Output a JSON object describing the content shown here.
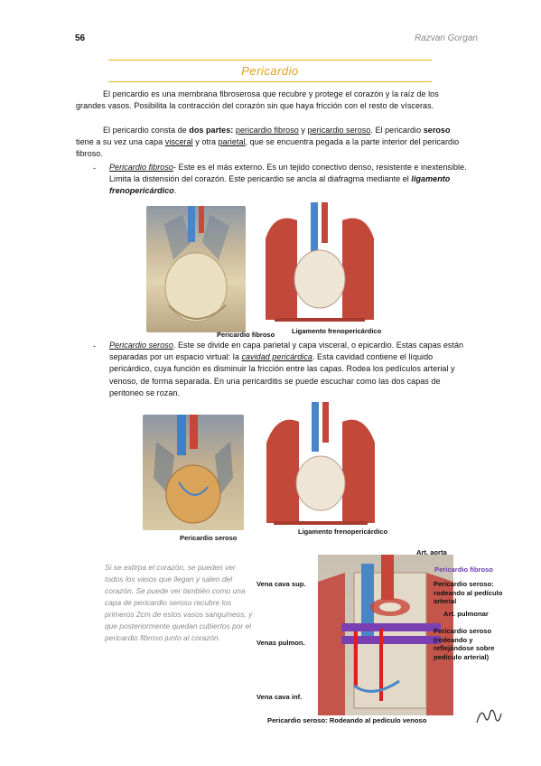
{
  "header": {
    "page_number": "56",
    "author": "Razvan Gorgan"
  },
  "title": "Pericardio",
  "intro": {
    "p1": "El pericardio es una membrana fibroserosa que recubre y protege el corazón y la raíz de los grandes vasos. Posibilita la contracción del corazón sin que haya fricción con el resto de vísceras.",
    "p2_a": "El pericardio consta de ",
    "p2_b": "dos partes",
    "p2_c": ": ",
    "p2_d": "pericardio fibroso",
    "p2_e": " y ",
    "p2_f": "pericardio seroso",
    "p2_g": ". El pericardio ",
    "p2_h": "seroso",
    "p2_i": " tiene a su vez una capa ",
    "p2_j": "visceral",
    "p2_k": " y otra ",
    "p2_l": "parietal",
    "p2_m": ", que se encuentra pegada a la parte interior del pericardio fibroso."
  },
  "bullet1": {
    "dash": "-",
    "term": "Pericardio fibroso",
    "text_a": "- Este es el más externo. Es un tejido conectivo denso, resistente e inextensible. Limita la distensión del corazón.  Este pericardio se ancla al diafragma mediante el ",
    "ligament": "ligamento frenopericárdico",
    "text_b": "."
  },
  "figure1": {
    "cap_left": "Pericardio fibroso",
    "cap_right": "Ligamento frenopericárdico"
  },
  "bullet2": {
    "dash": "-",
    "term": "Pericardio seroso",
    "text_a": ". Este se divide en capa parietal y capa visceral, o epicardio. Estas capas están separadas por un espacio virtual: la ",
    "cavity": "cavidad pericárdica",
    "text_b": ". Esta cavidad contiene el líquido pericárdico, cuya función es disminuir la fricción entre las capas. Rodea los pedículos arterial y venoso, de forma separada. En una pericarditis se puede escuchar como las dos capas de peritoneo se rozan."
  },
  "figure2": {
    "cap_left": "Pericardio seroso",
    "cap_right": "Ligamento frenopericárdico"
  },
  "side_note": "Si se extirpa el corazón, se pueden ver todos los vasos que llegan y salen del corazón. Se puede ver también como una capa de pericardio seroso recubre los primeros 2cm de estos vasos sanguíneos, y que posteriormente quedan cubiertos por el pericardio fibroso junto al corazón.",
  "figure3": {
    "art_aorta": "Art. aorta",
    "vena_cava_sup": "Vena cava sup.",
    "pericardio_fibroso": "Pericardio fibroso",
    "ps_arterial_a": "Pericardio seroso:",
    "ps_arterial_b": "rodeando al pedículo",
    "ps_arterial_c": "arterial",
    "art_pulmonar": "Art. pulmonar",
    "venas_pulmon": "Venas pulmon.",
    "ps_reflect_a": "Pericardio seroso",
    "ps_reflect_b": "(rodeando y",
    "ps_reflect_c": "reflejándose sobre",
    "ps_reflect_d": "pedículo arterial)",
    "vena_cava_inf": "Vena cava inf.",
    "ps_venoso_a": "Pericardio seroso",
    "ps_venoso_b": ": Rodeando al pedículo venoso"
  },
  "colors": {
    "accent": "#f0b40f",
    "title": "#e0a020",
    "purple": "#6a3ab0",
    "blue": "#2a8ed8"
  }
}
